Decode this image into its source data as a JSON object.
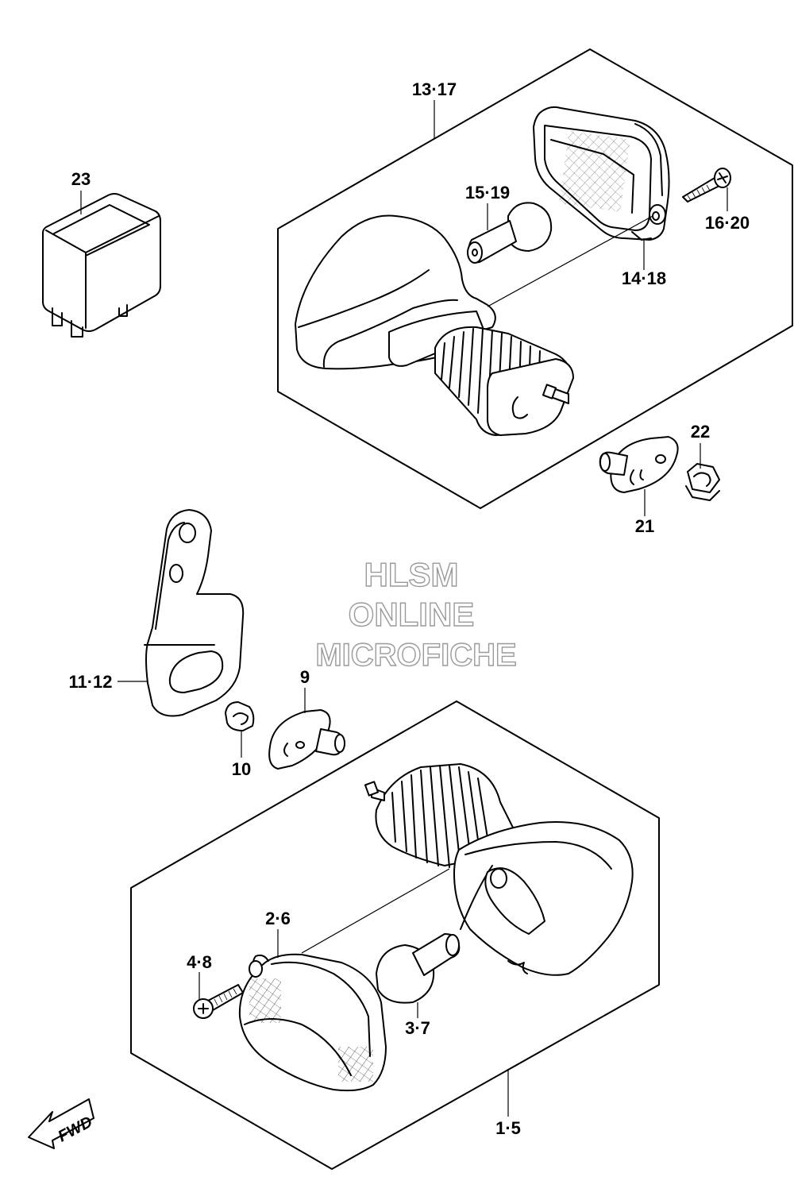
{
  "labels": {
    "p23": "23",
    "p13_17": "13·17",
    "p15_19": "15·19",
    "p16_20": "16·20",
    "p14_18": "14·18",
    "p22": "22",
    "p21": "21",
    "p11_12": "11·12",
    "p9": "9",
    "p10": "10",
    "p2_6": "2·6",
    "p4_8": "4·8",
    "p3_7": "3·7",
    "p1_5": "1·5"
  },
  "watermark": {
    "line1": "HLSM",
    "line2": "ONLINE",
    "line3": "MICROFICHE"
  },
  "direction": {
    "fwd": "FWD"
  }
}
